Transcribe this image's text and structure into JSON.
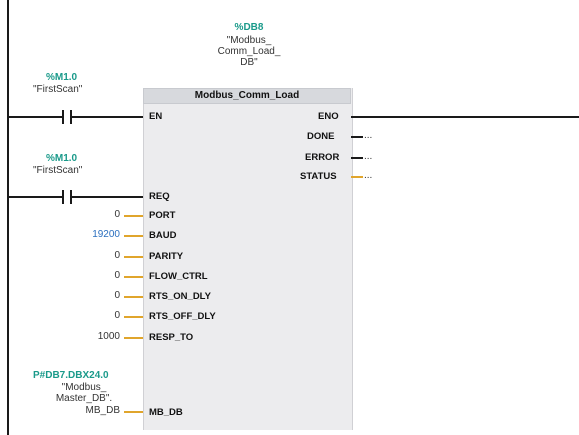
{
  "instance_db": {
    "address": "%DB8",
    "name": "\"Modbus_\nComm_Load_\nDB\""
  },
  "block": {
    "title": "Modbus_Comm_Load"
  },
  "contacts": [
    {
      "address": "%M1.0",
      "tag": "\"FirstScan\""
    },
    {
      "address": "%M1.0",
      "tag": "\"FirstScan\""
    }
  ],
  "inputs": [
    {
      "pin": "EN"
    },
    {
      "pin": "REQ"
    },
    {
      "pin": "PORT",
      "value": "0"
    },
    {
      "pin": "BAUD",
      "value": "19200"
    },
    {
      "pin": "PARITY",
      "value": "0"
    },
    {
      "pin": "FLOW_CTRL",
      "value": "0"
    },
    {
      "pin": "RTS_ON_DLY",
      "value": "0"
    },
    {
      "pin": "RTS_OFF_DLY",
      "value": "0"
    },
    {
      "pin": "RESP_TO",
      "value": "1000"
    },
    {
      "pin": "MB_DB",
      "value": "MB_DB"
    }
  ],
  "mb_db_param": {
    "address": "P#DB7.DBX24.0",
    "name": "\"Modbus_\nMaster_DB\"."
  },
  "outputs": [
    {
      "pin": "ENO"
    },
    {
      "pin": "DONE",
      "value": "..."
    },
    {
      "pin": "ERROR",
      "value": "..."
    },
    {
      "pin": "STATUS",
      "value": "..."
    }
  ]
}
